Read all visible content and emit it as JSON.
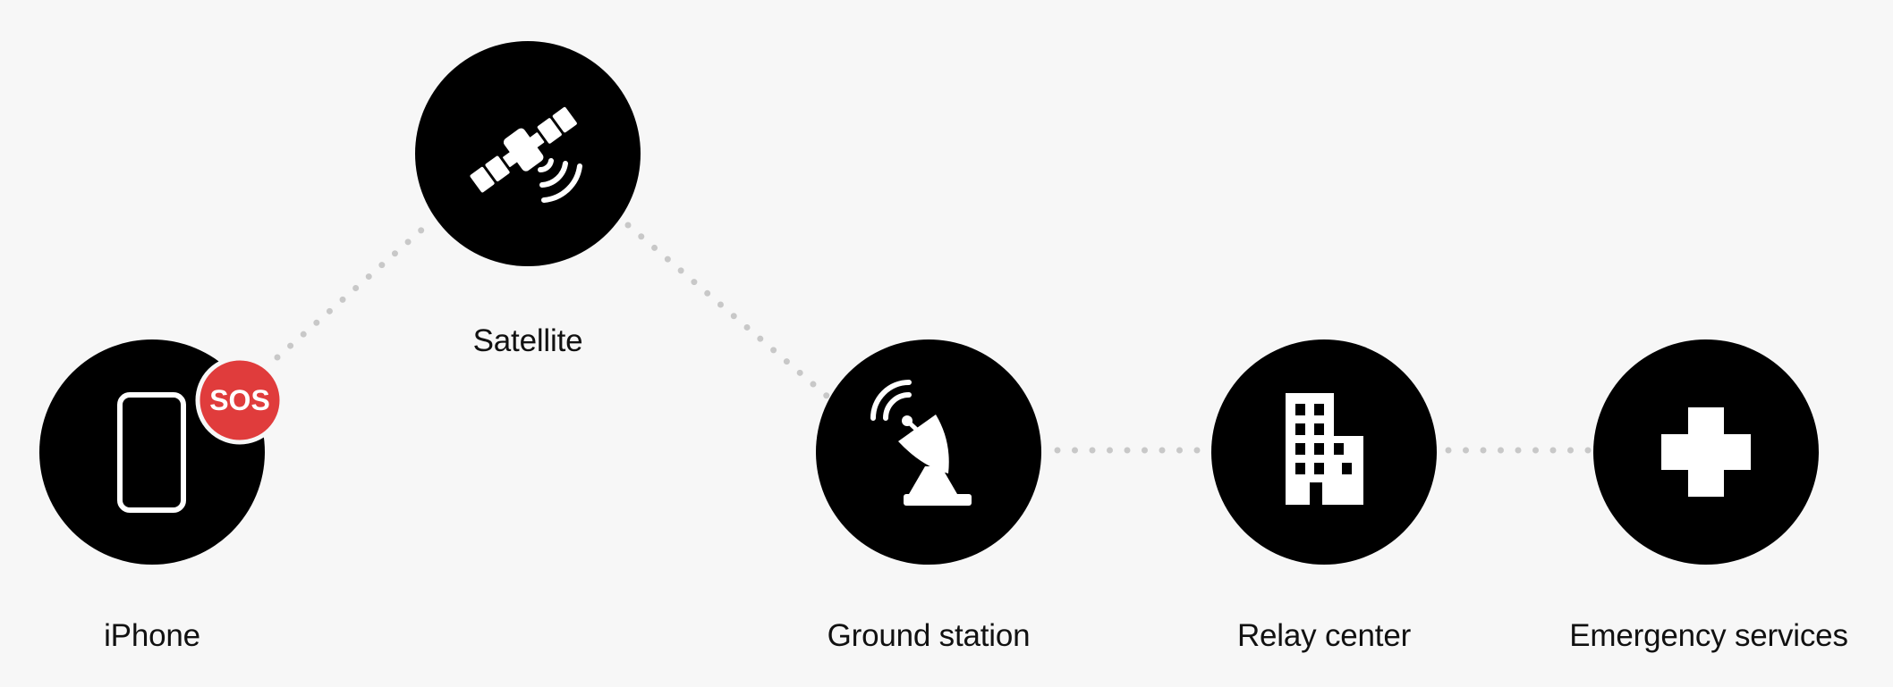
{
  "colors": {
    "background": "#f7f7f7",
    "node_fill": "#000000",
    "icon_fill": "#ffffff",
    "connector_dots": "#c8c8c8",
    "sos_badge": "#e03c3c"
  },
  "nodes": [
    {
      "id": "iphone",
      "label": "iPhone",
      "icon": "iphone-icon"
    },
    {
      "id": "satellite",
      "label": "Satellite",
      "icon": "satellite-icon"
    },
    {
      "id": "ground-station",
      "label": "Ground station",
      "icon": "satellite-dish-icon"
    },
    {
      "id": "relay-center",
      "label": "Relay center",
      "icon": "building-icon"
    },
    {
      "id": "emergency-services",
      "label": "Emergency services",
      "icon": "medical-cross-icon"
    }
  ],
  "badge": {
    "text": "SOS"
  },
  "connections": [
    [
      "iphone",
      "satellite"
    ],
    [
      "satellite",
      "ground-station"
    ],
    [
      "ground-station",
      "relay-center"
    ],
    [
      "relay-center",
      "emergency-services"
    ]
  ]
}
